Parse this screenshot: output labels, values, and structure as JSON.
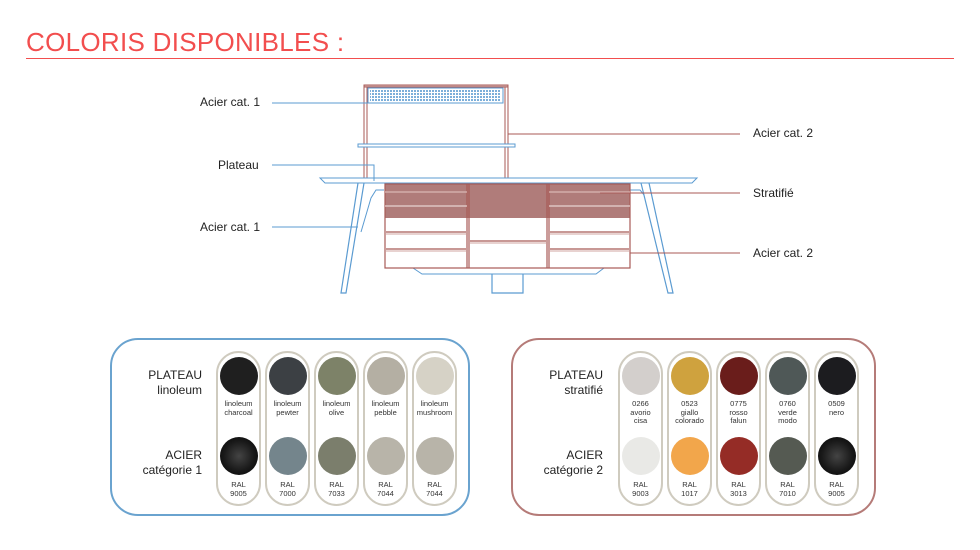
{
  "header": {
    "title": "COLORIS DISPONIBLES :",
    "accent_color": "#f24e4e"
  },
  "drawing": {
    "colors": {
      "steel_cat1": "#5b9bd1",
      "steel_cat2": "#a85a56",
      "laminate_fill": "#b07c7a"
    },
    "callouts_left": [
      {
        "label": "Acier cat. 1"
      },
      {
        "label": "Plateau"
      },
      {
        "label": "Acier cat. 1"
      }
    ],
    "callouts_right": [
      {
        "label": "Acier cat. 2"
      },
      {
        "label": "Stratifié"
      },
      {
        "label": "Acier cat. 2"
      }
    ]
  },
  "panels": {
    "left": {
      "border_color": "#6aa3cf",
      "row1_label": {
        "line1": "PLATEAU",
        "line2": "linoleum"
      },
      "row2_label": {
        "line1": "ACIER",
        "line2": "catégorie 1"
      },
      "swatches": [
        {
          "top_color": "#1f1f1f",
          "top_l1": "linoleum",
          "top_l2": "charcoal",
          "top_l3": "",
          "bot_color": "glossy-black",
          "bot_l1": "RAL",
          "bot_l2": "9005"
        },
        {
          "top_color": "#3c4044",
          "top_l1": "linoleum",
          "top_l2": "pewter",
          "top_l3": "",
          "bot_color": "#74858c",
          "bot_l1": "RAL",
          "bot_l2": "7000"
        },
        {
          "top_color": "#7d8268",
          "top_l1": "linoleum",
          "top_l2": "olive",
          "top_l3": "",
          "bot_color": "#7b7e6c",
          "bot_l1": "RAL",
          "bot_l2": "7033"
        },
        {
          "top_color": "#b4afa3",
          "top_l1": "linoleum",
          "top_l2": "pebble",
          "top_l3": "",
          "bot_color": "#b8b4a9",
          "bot_l1": "RAL",
          "bot_l2": "7044"
        },
        {
          "top_color": "#d6d2c6",
          "top_l1": "linoleum",
          "top_l2": "mushroom",
          "top_l3": "",
          "bot_color": "#b8b4a9",
          "bot_l1": "RAL",
          "bot_l2": "7044"
        }
      ]
    },
    "right": {
      "border_color": "#b57b78",
      "row1_label": {
        "line1": "PLATEAU",
        "line2": "stratifié"
      },
      "row2_label": {
        "line1": "ACIER",
        "line2": "catégorie 2"
      },
      "swatches": [
        {
          "top_color": "#d3cfcc",
          "top_l1": "0266",
          "top_l2": "avorio",
          "top_l3": "cisa",
          "bot_color": "#e9e9e6",
          "bot_l1": "RAL",
          "bot_l2": "9003"
        },
        {
          "top_color": "#cfa23e",
          "top_l1": "0523",
          "top_l2": "giallo",
          "top_l3": "colorado",
          "bot_color": "#f2a64b",
          "bot_l1": "RAL",
          "bot_l2": "1017"
        },
        {
          "top_color": "#6a1d1b",
          "top_l1": "0775",
          "top_l2": "rosso",
          "top_l3": "falun",
          "bot_color": "#952c26",
          "bot_l1": "RAL",
          "bot_l2": "3013"
        },
        {
          "top_color": "#4f5857",
          "top_l1": "0760",
          "top_l2": "verde",
          "top_l3": "modo",
          "bot_color": "#555a52",
          "bot_l1": "RAL",
          "bot_l2": "7010"
        },
        {
          "top_color": "#1c1c1f",
          "top_l1": "0509",
          "top_l2": "nero",
          "top_l3": "",
          "bot_color": "glossy-black",
          "bot_l1": "RAL",
          "bot_l2": "9005"
        }
      ]
    }
  }
}
